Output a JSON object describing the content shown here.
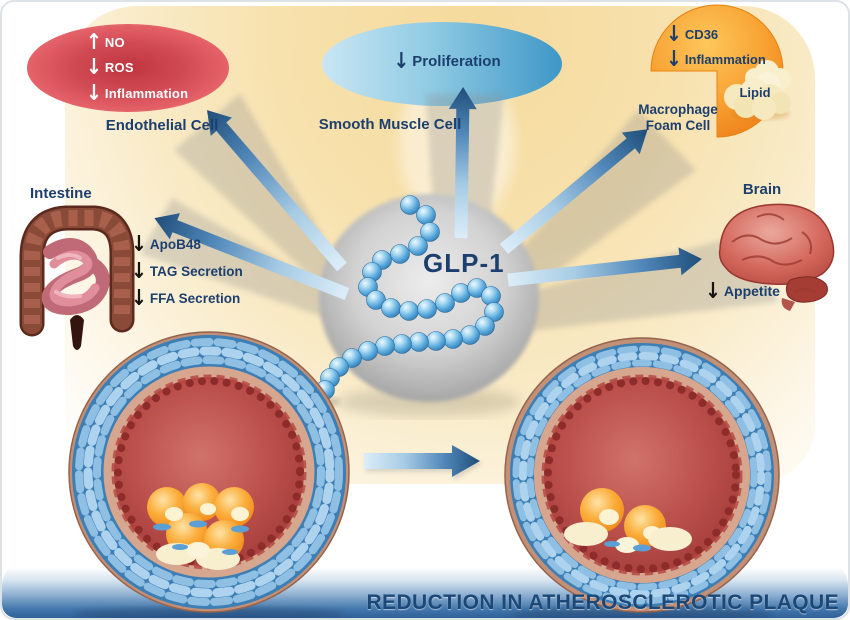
{
  "banner": {
    "text": "REDUCTION IN ATHEROSCLEROTIC PLAQUE"
  },
  "glp1": {
    "label": "GLP-1"
  },
  "nodes": {
    "endothelial": {
      "label": "Endothelial Cell",
      "effects": [
        {
          "arrow": "↑",
          "text": "NO"
        },
        {
          "arrow": "↓",
          "text": "ROS"
        },
        {
          "arrow": "↓",
          "text": "Inflammation"
        }
      ]
    },
    "smooth_muscle": {
      "label": "Smooth Muscle Cell",
      "effects": [
        {
          "arrow": "↓",
          "text": "Proliferation"
        }
      ]
    },
    "macrophage": {
      "label_line1": "Macrophage",
      "label_line2": "Foam Cell",
      "lipid": "Lipid",
      "effects": [
        {
          "arrow": "↓",
          "text": "CD36"
        },
        {
          "arrow": "↓",
          "text": "Inflammation"
        }
      ]
    },
    "intestine": {
      "label": "Intestine",
      "effects": [
        {
          "arrow": "↓",
          "text": "ApoB48"
        },
        {
          "arrow": "↓",
          "text": "TAG Secretion"
        },
        {
          "arrow": "↓",
          "text": "FFA Secretion"
        }
      ]
    },
    "brain": {
      "label": "Brain",
      "effects": [
        {
          "arrow": "↓",
          "text": "Appetite"
        }
      ]
    }
  },
  "colors": {
    "navy_text": "#1d3f6e",
    "cream_panel": "#f7e1ad",
    "red_bubble": "#d04a54",
    "blue_bubble": "#3e97c6",
    "orange_cell": "#f5941e",
    "arrow_dark_blue": "#1f4e79",
    "bead_blue": "#58a8dc",
    "banner_blue": "#2f609a",
    "vessel_lumen_red": "#bb4f4b",
    "vessel_muscle_blue": "#3d7fb5"
  }
}
